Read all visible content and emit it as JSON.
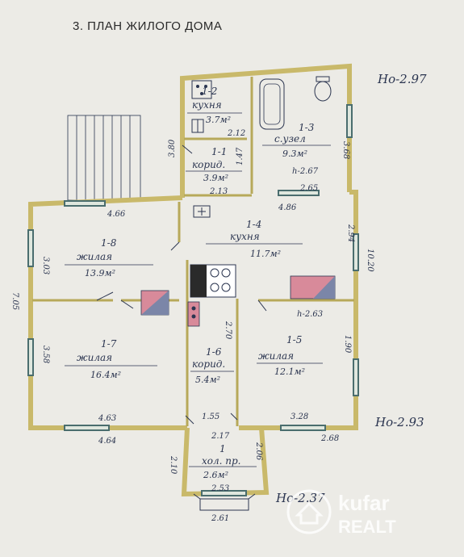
{
  "title": "3. ПЛАН ЖИЛОГО ДОМА",
  "elevations": {
    "top_right": "Но-2.97",
    "mid_right": "Но-2.93",
    "bottom": "Но-2.37"
  },
  "rooms": [
    {
      "id": "1-2",
      "name": "кухня",
      "area": "3.7м²"
    },
    {
      "id": "1-3",
      "name": "с.узел",
      "area": "9.3м²",
      "height": "h-2.67"
    },
    {
      "id": "1-1",
      "name": "корид.",
      "area": "3.9м²"
    },
    {
      "id": "1-4",
      "name": "кухня",
      "area": "11.7м²"
    },
    {
      "id": "1-8",
      "name": "жилая",
      "area": "13.9м²"
    },
    {
      "id": "1-7",
      "name": "жилая",
      "area": "16.4м²"
    },
    {
      "id": "1-6",
      "name": "корид.",
      "area": "5.4м²"
    },
    {
      "id": "1-5",
      "name": "жилая",
      "area": "12.1м²",
      "height": "h-2.63"
    },
    {
      "id": "1",
      "name": "хол. пр.",
      "area": "2.6м²"
    }
  ],
  "dimensions": {
    "d_212": "2.12",
    "d_380": "3.80",
    "d_368": "3.68",
    "d_265": "2.65",
    "d_213": "2.13",
    "d_466": "4.66",
    "d_486": "4.86",
    "d_303": "3.03",
    "d_294": "2.94",
    "d_1020": "10.20",
    "d_705": "7.05",
    "d_358": "3.58",
    "d_270": "2.70",
    "d_190": "1.90",
    "d_463": "4.63",
    "d_464": "4.64",
    "d_155": "1.55",
    "d_328": "3.28",
    "d_268": "2.68",
    "d_217": "2.17",
    "d_210": "2.10",
    "d_206": "2.06",
    "d_253": "2.53",
    "d_261": "2.61",
    "d_147": "1.47"
  },
  "logo": {
    "line1": "kufar",
    "line2": "REALT"
  },
  "colors": {
    "wall": "#c9b96a",
    "ink": "#2b3550",
    "stove_pink": "#d88a9a",
    "stove_slate": "#7b86a8",
    "background": "#ecebe6"
  }
}
